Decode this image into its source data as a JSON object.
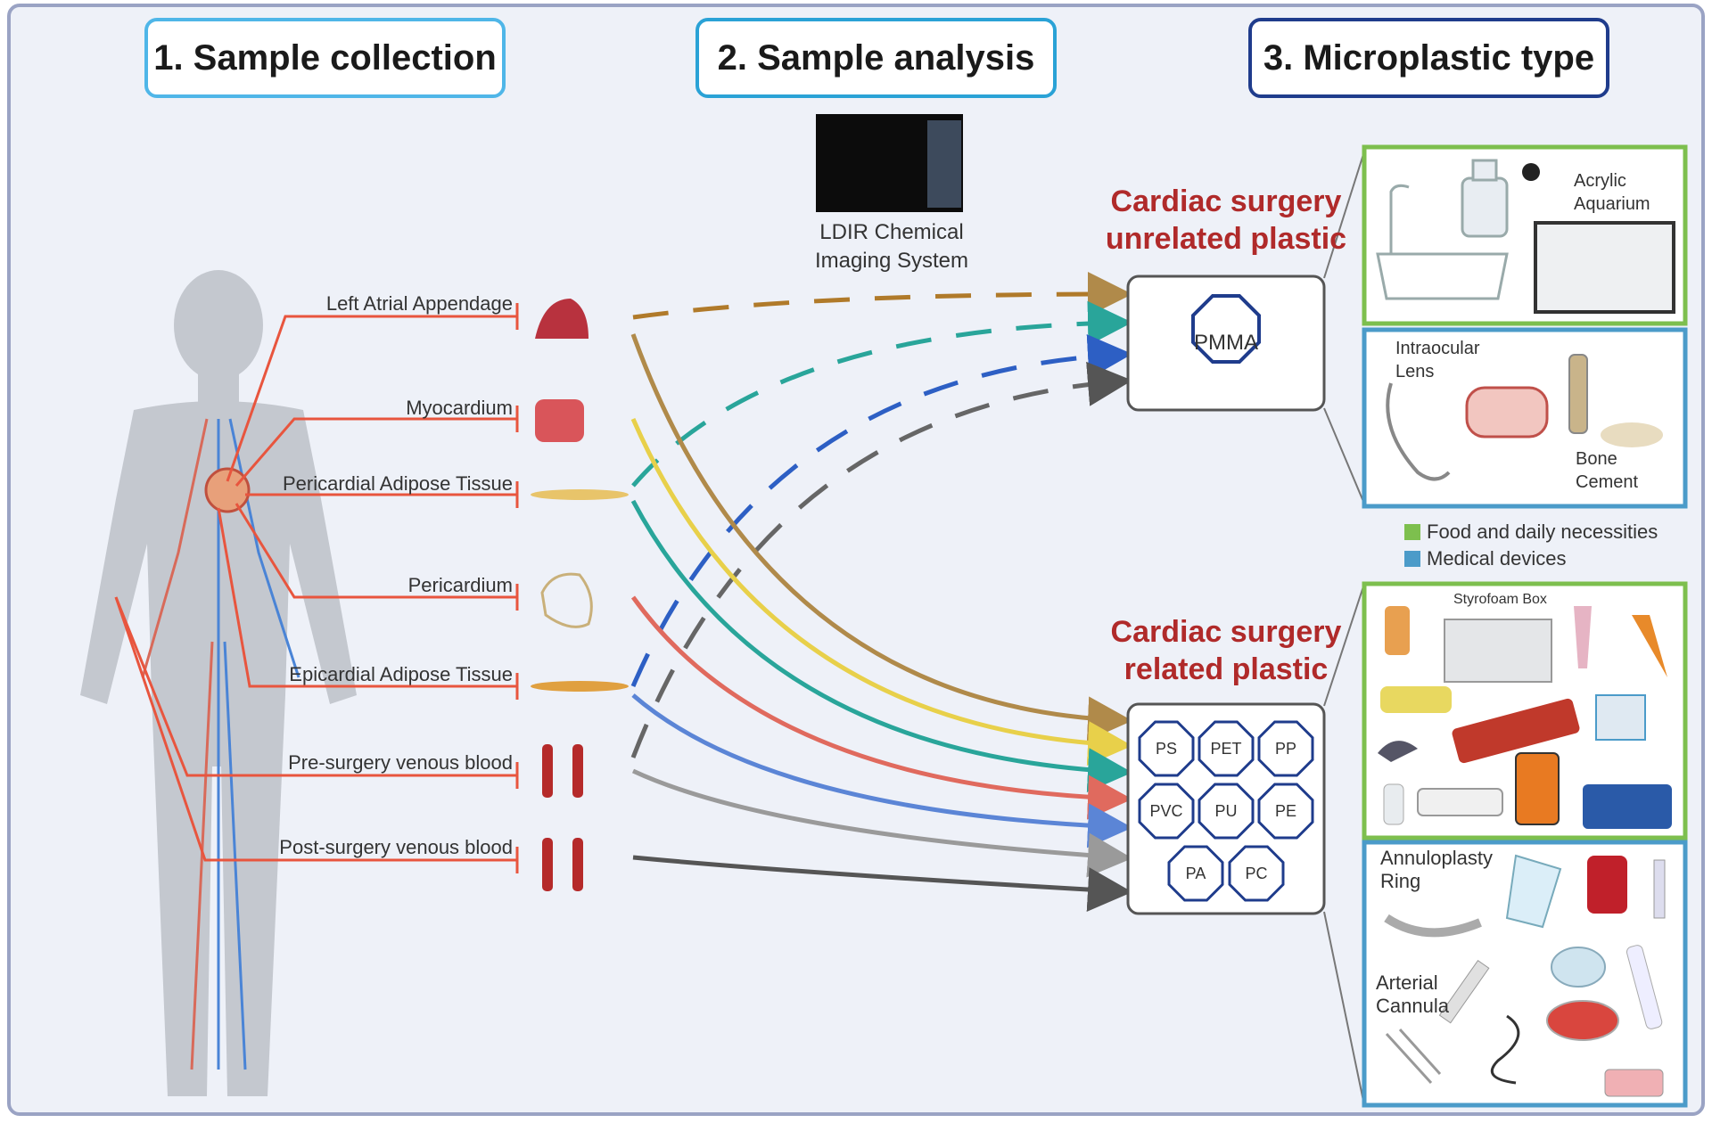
{
  "headers": {
    "collection": "1. Sample collection",
    "analysis": "2. Sample analysis",
    "type": "3. Microplastic type"
  },
  "instrument_label": "LDIR Chemical Imaging System",
  "samples": [
    "Left Atrial Appendage",
    "Myocardium",
    "Pericardial Adipose Tissue",
    "Pericardium",
    "Epicardial Adipose Tissue",
    "Pre-surgery venous blood",
    "Post-surgery venous blood"
  ],
  "categories": {
    "unrelated": "Cardiac surgery unrelated plastic",
    "related": "Cardiac surgery related plastic"
  },
  "unrelated_polymers": [
    "PMMA"
  ],
  "related_polymers": [
    "PS",
    "PET",
    "PP",
    "PVC",
    "PU",
    "PE",
    "PA",
    "PC"
  ],
  "panel_labels": {
    "acrylic_aquarium": "Acrylic Aquarium",
    "intraocular_lens": "Intraocular Lens",
    "bone_cement": "Bone Cement",
    "styrofoam_box": "Styrofoam Box",
    "annuloplasty_ring": "Annuloplasty Ring",
    "arterial_cannula": "Arterial Cannula"
  },
  "legend": [
    {
      "label": "Food and daily necessities",
      "color": "#7dbf4e"
    },
    {
      "label": "Medical devices",
      "color": "#4b9bc9"
    }
  ],
  "colors": {
    "frame": "#9aa3c4",
    "background": "#eef1f8",
    "connector": "#e8553e",
    "food_border": "#7dbf4e",
    "medical_border": "#4b9bc9",
    "polymer_outline": "#1f3c8c",
    "category_text": "#b02a2a"
  }
}
